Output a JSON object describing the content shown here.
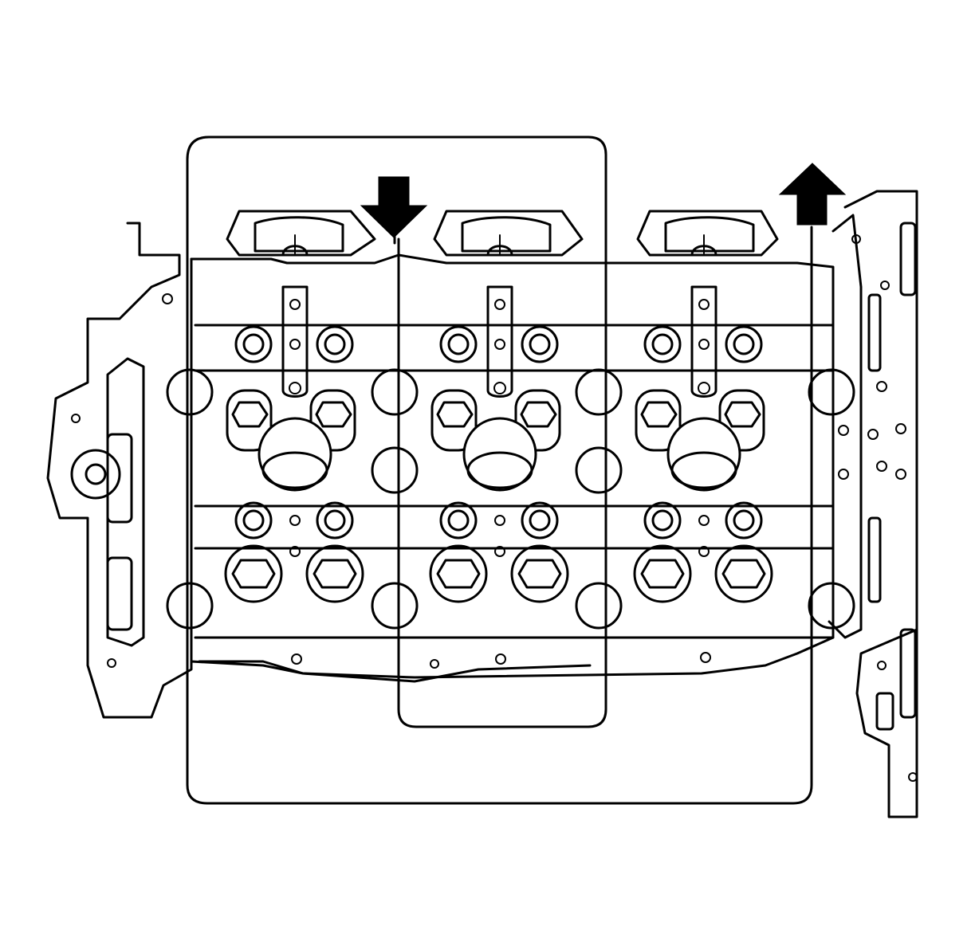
{
  "figure": {
    "subject": "cylinder-head-camshaft-carrier-line-drawing",
    "colors": {
      "line": "#000000",
      "background": "#ffffff"
    },
    "callouts": [
      {
        "name": "down-arrow",
        "direction": "down"
      },
      {
        "name": "up-arrow",
        "direction": "up"
      }
    ],
    "highlight_regions": [
      {
        "name": "outer-highlight-box"
      },
      {
        "name": "inner-highlight-box"
      }
    ],
    "cylinders": 3
  }
}
